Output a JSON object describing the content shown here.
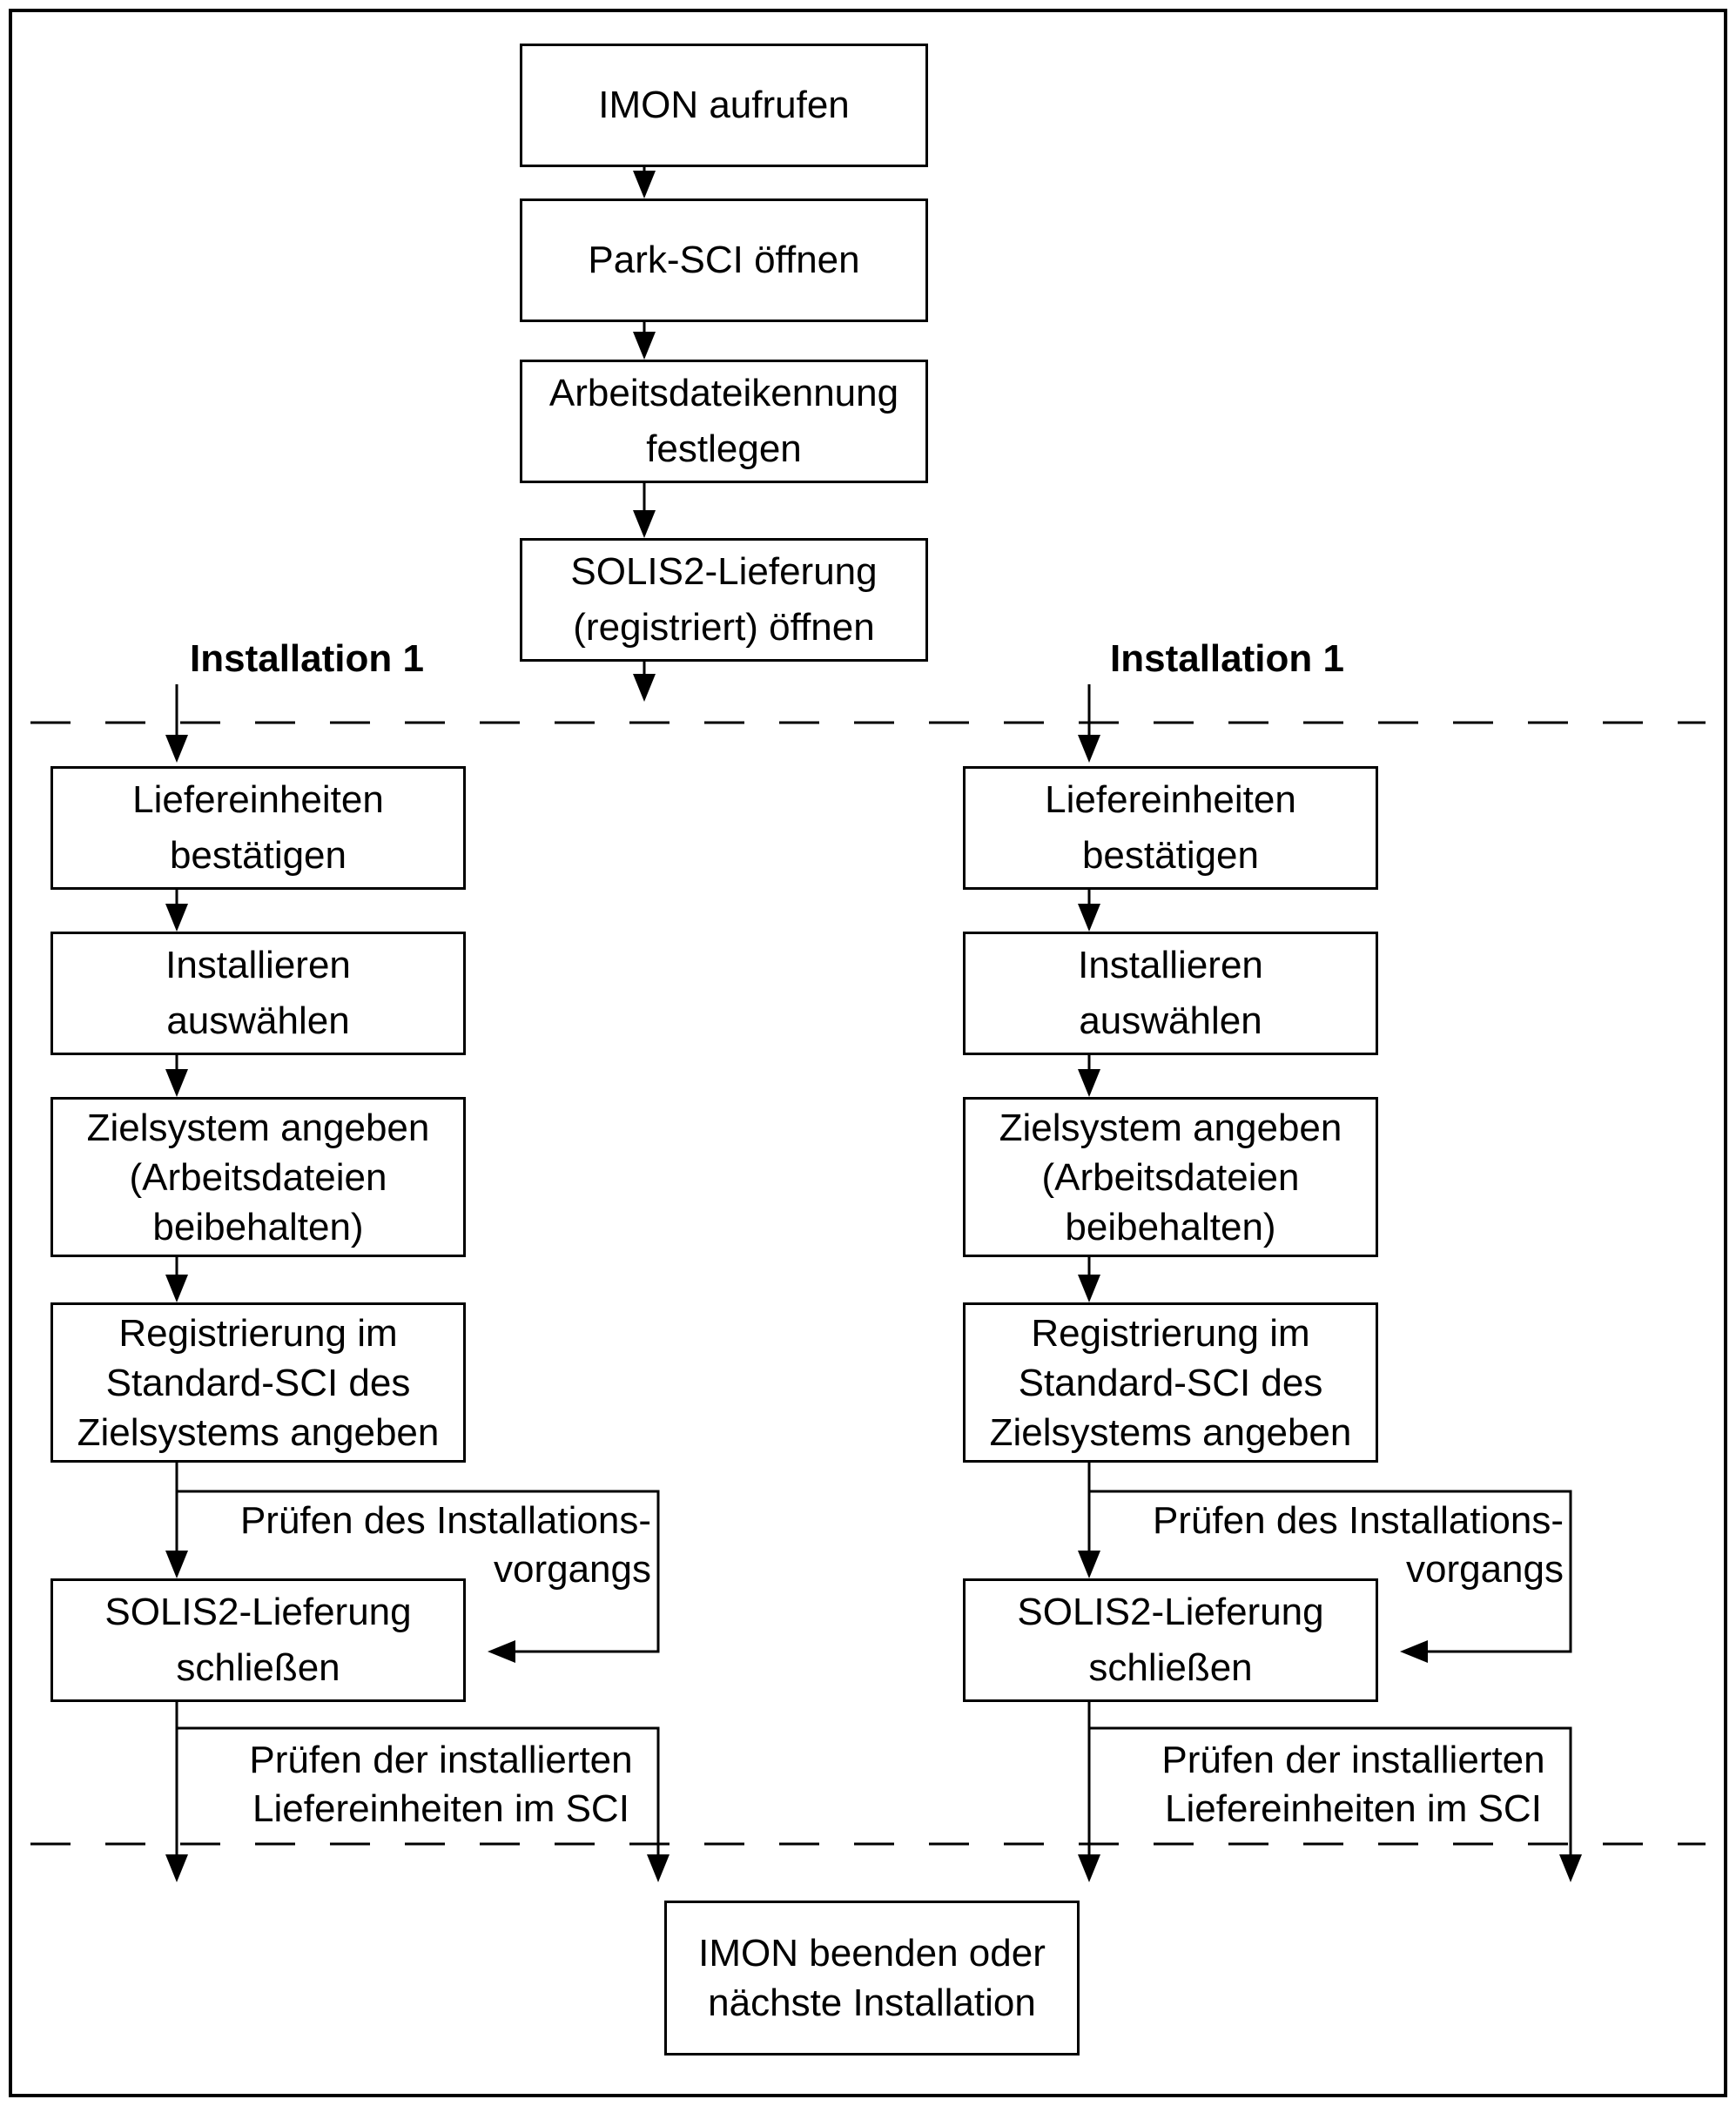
{
  "flow": {
    "top_nodes": [
      {
        "label": "IMON aufrufen"
      },
      {
        "label": "Park-SCI öffnen"
      },
      {
        "label": "Arbeitsdateikennung\nfestlegen"
      },
      {
        "label": "SOLIS2-Lieferung\n(registriert) öffnen"
      }
    ],
    "branch_label_left": "Installation 1",
    "branch_label_right": "Installation 1",
    "column_nodes": [
      {
        "label": "Liefereinheiten\nbestätigen"
      },
      {
        "label": "Installieren\nauswählen"
      },
      {
        "label": "Zielsystem angeben\n(Arbeitsdateien\nbeibehalten)"
      },
      {
        "label": "Registrierung im\nStandard-SCI des\nZielsystems angeben"
      },
      {
        "label": "SOLIS2-Lieferung\nschließen"
      }
    ],
    "annotations": [
      {
        "text": "Prüfen des Installations-\nvorgangs"
      },
      {
        "text": "Prüfen der installierten\nLiefereinheiten im SCI"
      }
    ],
    "end_node": {
      "label": "IMON beenden oder\nnächste Installation"
    },
    "colors": {
      "line": "#000000",
      "background": "#ffffff"
    }
  }
}
